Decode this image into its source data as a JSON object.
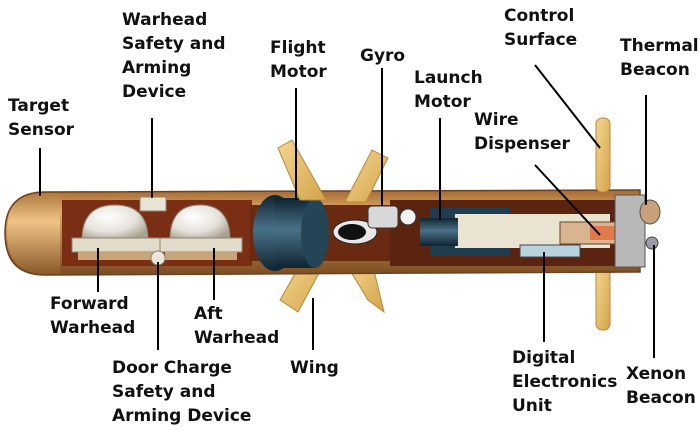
{
  "labels": {
    "target_sensor": "Target\nSensor",
    "warhead_safety": "Warhead\nSafety and\nArming\nDevice",
    "flight_motor": "Flight\nMotor",
    "gyro": "Gyro",
    "launch_motor": "Launch\nMotor",
    "control_surface": "Control\nSurface",
    "thermal_beacon": "Thermal\nBeacon",
    "wire_dispenser": "Wire\nDispenser",
    "forward_warhead": "Forward\nWarhead",
    "aft_warhead": "Aft\nWarhead",
    "door_charge": "Door Charge\nSafety and\nArming Device",
    "wing": "Wing",
    "digital_electronics": "Digital\nElectronics\nUnit",
    "xenon_beacon": "Xenon\nBeacon"
  },
  "colors": {
    "body_gold": "#c8904a",
    "body_dark": "#8a5a2a",
    "interior_red": "#7a2e14",
    "fin": "#e9c46a",
    "metal_dark": "#1f3d4f",
    "leader": "#000000"
  }
}
